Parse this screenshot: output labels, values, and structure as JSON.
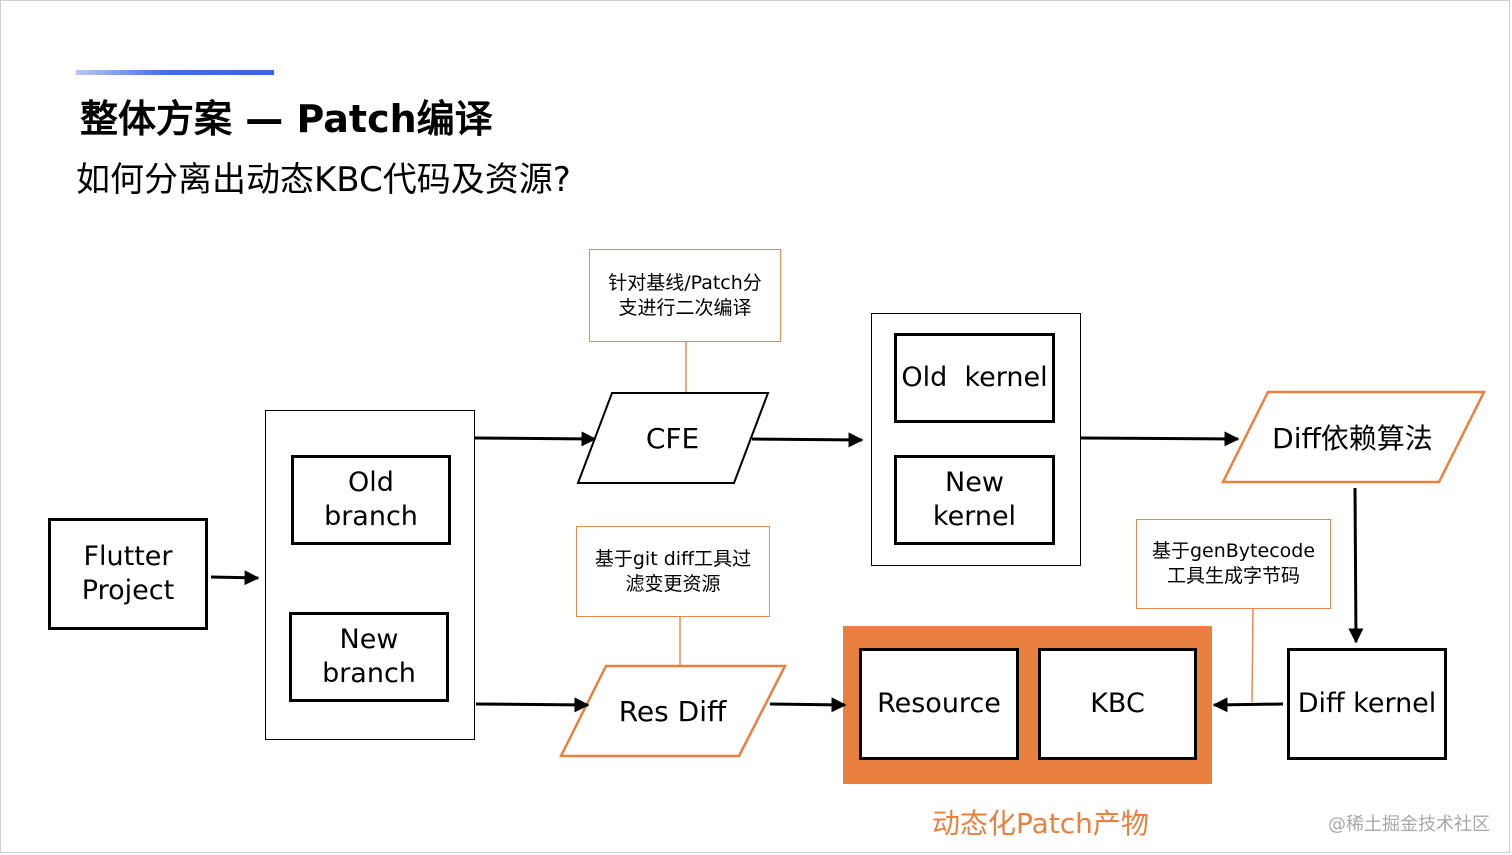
{
  "slide": {
    "title": "整体方案 — Patch编译",
    "subtitle": "如何分离出动态KBC代码及资源?"
  },
  "nodes": {
    "flutter_project": "Flutter\nProject",
    "old_branch": "Old\nbranch",
    "new_branch": "New\nbranch",
    "cfe": "CFE",
    "res_diff": "Res Diff",
    "old_kernel": "Old  kernel",
    "new_kernel": "New\nkernel",
    "diff_algorithm": "Diff依赖算法",
    "diff_kernel": "Diff kernel",
    "resource": "Resource",
    "kbc": "KBC"
  },
  "notes": {
    "cfe_note": "针对基线/Patch分\n支进行二次编译",
    "res_diff_note": "基于git diff工具过\n滤变更资源",
    "kbc_note": "基于genBytecode\n工具生成字节码"
  },
  "product_label": "动态化Patch产物",
  "watermark": "@稀土掘金技术社区",
  "colors": {
    "accent": "#e9803f",
    "title_bar": "#3566e0",
    "watermark": "#a8a8a8"
  }
}
